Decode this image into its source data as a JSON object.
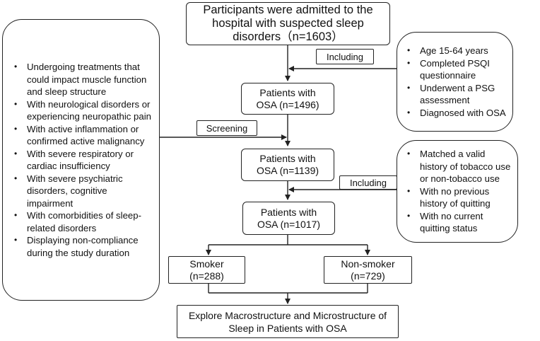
{
  "top_box": "Participants were admitted to the hospital with suspected sleep disorders（n=1603）",
  "osa_1496": "Patients with OSA (n=1496)",
  "osa_1139": "Patients with OSA (n=1139)",
  "osa_1017": "Patients with OSA (n=1017)",
  "smoker": "Smoker (n=288)",
  "non_smoker": "Non-smoker (n=729)",
  "final_box": "Explore Macrostructure and Microstructure of Sleep in Patients with OSA",
  "tags": {
    "including_1": "Including",
    "screening": "Screening",
    "including_2": "Including"
  },
  "inclusion_1": [
    "Age 15-64 years",
    "Completed PSQI questionnaire",
    "Underwent a PSG assessment",
    "Diagnosed with OSA"
  ],
  "exclusion": [
    "Undergoing treatments that could impact muscle function and sleep structure",
    "With neurological disorders or experiencing neuropathic pain",
    "With active inflammation or confirmed active malignancy",
    "With severe respiratory or cardiac insufficiency",
    " With severe psychiatric disorders, cognitive impairment",
    "With comorbidities of sleep-related disorders",
    "Displaying non-compliance during the study duration"
  ],
  "inclusion_2": [
    "Matched a valid history of tobacco use or non-tobacco use",
    "With no previous history of quitting",
    "With no current quitting status"
  ]
}
